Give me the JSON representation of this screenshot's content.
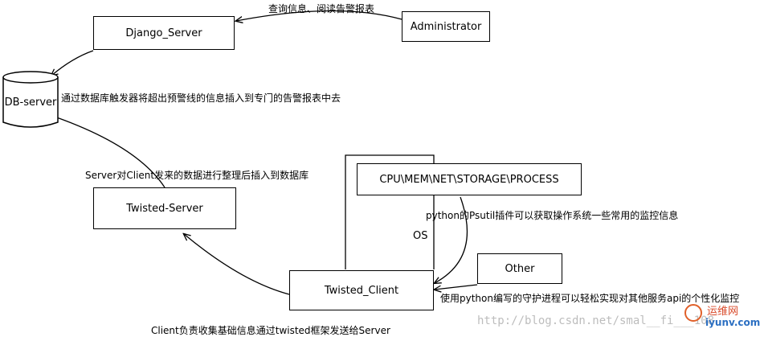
{
  "nodes": {
    "django": "Django_Server",
    "admin": "Administrator",
    "db": "DB-server",
    "twisted_server": "Twisted-Server",
    "twisted_client": "Twisted_Client",
    "cpu": "CPU\\MEM\\NET\\STORAGE\\PROCESS",
    "other": "Other",
    "os": "OS"
  },
  "labels": {
    "admin_query": "查询信息、阅读告警报表",
    "trigger": "通过数据库触发器将超出预警线的信息插入到专门的告警报表中去",
    "server_insert": "Server对Client发来的数据进行整理后插入到数据库",
    "psutil": "python的Psutil插件可以获取操作系统一些常用的监控信息",
    "daemon": "使用python编写的守护进程可以轻松实现对其他服务api的个性化监控",
    "client_collect": "Client负责收集基础信息通过twisted框架发送给Server"
  },
  "watermark": {
    "url": "http://blog.csdn.net/smal__fi___108",
    "logo_cn": "运维网",
    "logo_en": "iyunv.com"
  }
}
